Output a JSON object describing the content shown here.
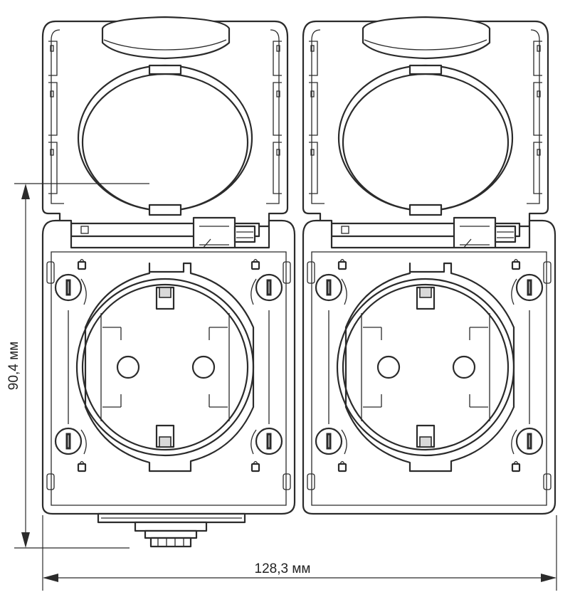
{
  "dimensions": {
    "height_label": "90,4 мм",
    "width_label": "128,3 мм"
  },
  "sockets": [
    {
      "name": "left-socket"
    },
    {
      "name": "right-socket"
    }
  ],
  "colors": {
    "line": "#2b2b2b",
    "background": "#ffffff",
    "shade": "#d9d9d9"
  }
}
